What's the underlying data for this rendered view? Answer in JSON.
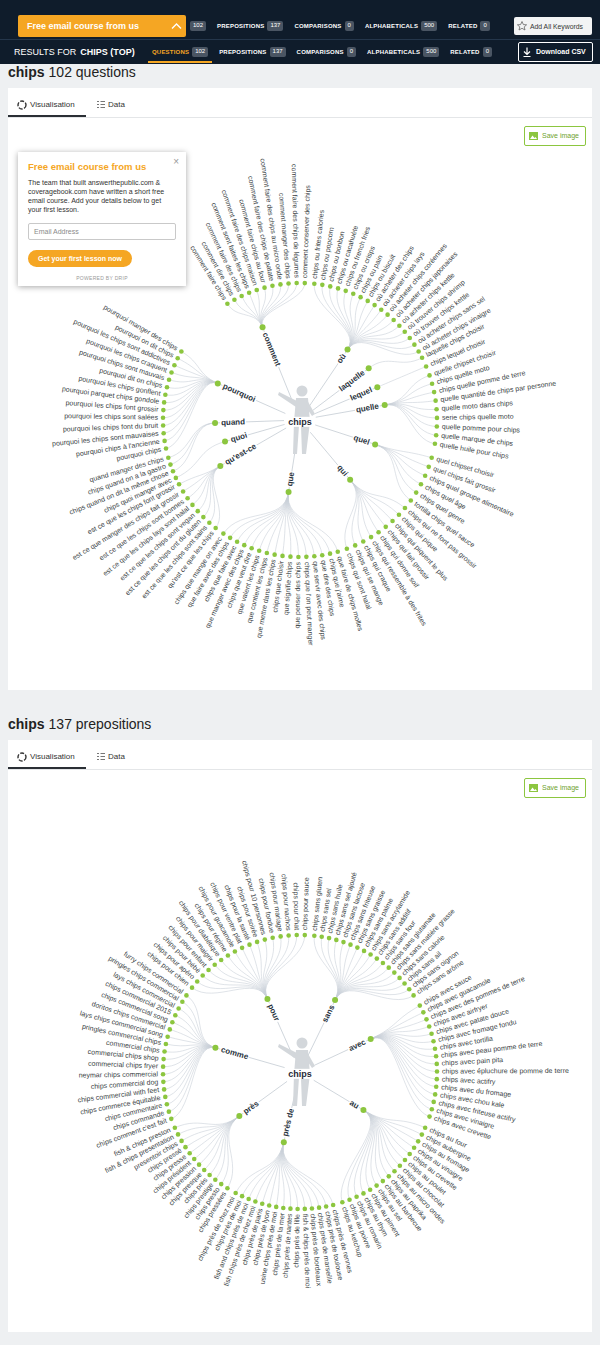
{
  "diagram": {
    "nodes": [
      {
        "text": [
          "Free email course from us"
        ]
      },
      {
        "text": [
          "102"
        ]
      },
      {
        "text": [
          "137"
        ]
      },
      {
        "text": [
          "0"
        ]
      },
      {
        "text": [
          "500"
        ]
      },
      {
        "text": [
          "0"
        ]
      },
      {
        "text": [
          "Add All Keywords"
        ]
      },
      {
        "text": [
          "102"
        ]
      },
      {
        "text": [
          "137"
        ]
      },
      {
        "text": [
          "0"
        ]
      },
      {
        "text": [
          "500"
        ]
      },
      {
        "text": [
          "0"
        ]
      },
      {
        "text": [
          "Download CSV"
        ]
      },
      {
        "text": [
          "Save image"
        ]
      },
      {
        "text": [
          "Free email course from us",
          "×",
          "The team that built answerthepublic.com & coveragebook.com have written a short free email course. Add your details below to get your first lesson.",
          "POWERED BY DRIP"
        ]
      },
      {
        "text": [
          "Email Address"
        ],
        "in": 14
      },
      {
        "text": [
          "Get your first lesson now"
        ],
        "in": 14
      },
      {
        "text": [
          "Save image"
        ]
      }
    ],
    "labels": [
      "PREPOSITIONS",
      "COMPARISONS",
      "ALPHABETICALS",
      "RELATED",
      "RESULTS FOR",
      "CHIPS (TOP)",
      "QUESTIONS",
      "PREPOSITIONS",
      "COMPARISONS",
      "ALPHABETICALS",
      "RELATED",
      "chips",
      "102 questions",
      "Visualisation",
      "Data",
      "chips",
      "comment",
      "comment faire chips",
      "comment dire chips",
      "comment faire des chips",
      "comment sont faites les chips",
      "comment faire des chips maison",
      "comment faire chips au four",
      "comment faire des chips de patate",
      "comment faire des chips au micro onde",
      "comment manger des chips",
      "comment faire des chips de légumes",
      "comment conserver des chips",
      "où",
      "chips ou frites calories",
      "chips ou popcorn",
      "chips ou bonbon",
      "chips ou cacahuète",
      "chips ou french fries",
      "chips ou crisps",
      "chips ou pain",
      "chips ou biscuit",
      "où acheter des chips",
      "où acheter chips lays",
      "où acheter chips coréennes",
      "où acheter chips japonaises",
      "où acheter chips kettle",
      "où trouver chips shrimp",
      "où trouver chips kettle",
      "où acheter chips sans sel",
      "où acheter chips vinaigre",
      "laquelle",
      "laquelle chips choisir",
      "lequel",
      "chips lequel choisir",
      "quelle",
      "quelle chipset choisir",
      "chips quelle moto",
      "chips quelle pomme de terre",
      "quelle quantité de chips par personne",
      "quelle moto dans chips",
      "serie chips quelle moto",
      "quelle pomme pour chips",
      "quelle marque de chips",
      "quelle huile pour chips",
      "quel",
      "quel chipset choisir",
      "quel chips fait grossir",
      "chips quel groupe alimentaire",
      "chips quel âge",
      "chips quel genre",
      "tortilla chips quel sauce",
      "qui",
      "chips qui ne font pas grossir",
      "chips qui pique",
      "chips qui piquent le plus",
      "chips qui fait grossir",
      "chips qui donne soif",
      "chips qui ressemble à des frites",
      "chips qui craque",
      "chips qui se mange",
      "chips qui sont halal",
      "que",
      "chips que mange on avec",
      "que faire avec des chips",
      "chips que faire avec",
      "que manger avec des chips",
      "chips que veut dire",
      "que valent les chips",
      "que contient les chips",
      "que mettre dans les chips",
      "chips que choisir",
      "que signifie chips",
      "que penser des chips",
      "chips que l'on peut manger",
      "que servir avec des chips",
      "que dire des chips",
      "chips que j'aime",
      "que faire de chips molles",
      "qu'est-ce",
      "est ce que les chips font grossir",
      "est ce que manger des chips fait grossir",
      "est ce que les chips sont bonnes",
      "est ce que les chips lays sont halal",
      "est ce que les chips sont vegan",
      "est ce que les chips ont du gluten",
      "est ce que les chips sont sains",
      "qu'est ce que les chips",
      "quoi",
      "chips quoi manger avec",
      "quand",
      "quand manger des chips",
      "chips quand on a la gastro",
      "chips quand on dit la même chose",
      "pourquoi",
      "pourquoi manger des chips",
      "pourquoi on dit chips",
      "pourquoi les chips sont addictives",
      "pourquoi les chips craquent",
      "pourquoi chips sont mauvais",
      "pourquoi dit on chips",
      "pourquoi les chips gonflent",
      "pourquoi parquet chips gondole",
      "pourquoi les chips font grossir",
      "pourquoi les chips sont salées",
      "pourquoi les chips font du bruit",
      "pourquoi les chips sont mauvaises",
      "pourquoi chips à l'ancienne",
      "pourquoi chips",
      "chips",
      "137 prepositions",
      "Visualisation",
      "Data",
      "chips",
      "pour",
      "chips pour chien",
      "chips pour apéro",
      "chips pour bébé",
      "chips pour enfant",
      "chips pour maigrir",
      "chips pour diabétique",
      "chips pour régime",
      "chips pour guacamole",
      "chips pour ventre plat",
      "chips pour la santé",
      "chips pour soirée",
      "chips pour 10 personnes",
      "chips pour fondue",
      "chips pour mariage",
      "chips pour nachos",
      "chips pour chat",
      "chips pour sauce",
      "sans",
      "chips sans gluten",
      "chips sans sel",
      "chips sans huile",
      "chips sans sel ajouté",
      "chips sans lactose",
      "chips sans friteuse",
      "chips sans graisse",
      "chips sans palme",
      "chips sans acrylamide",
      "chips sans additif",
      "chips sans four",
      "chips sans glutamate",
      "chips sans matière grasse",
      "chips sans calorie",
      "chips sans ail",
      "chips sans oignon",
      "chips sans arôme",
      "avec",
      "chips avec sauce",
      "chips avec guacamole",
      "chips avec des pommes de terre",
      "chips avec airfryer",
      "chips avec patate douce",
      "chips avec fromage fondu",
      "chips avec tortilla",
      "chips avec peau pomme de terre",
      "chips avec pain pita",
      "chips avec épluchure de pomme de terre",
      "chips avec actifry",
      "chips avec du fromage",
      "chips avec chou kale",
      "chips avec friteuse actifry",
      "chips avec vinaigre",
      "chips avec crevette",
      "au",
      "chips au four",
      "chips aubergine",
      "chips au fromage",
      "chips au vinaigre",
      "chips au crevette",
      "chips au poulet",
      "chips au chocolat",
      "chips au micro ondes",
      "chips au paprika",
      "chips au barbecue",
      "chips au sel",
      "chips au piment",
      "chips au thym",
      "chips au romarin",
      "chips au poivre",
      "chips au ketchup",
      "près de",
      "chips près de chez moi",
      "chips près de moi",
      "fish and chips près de moi",
      "fish chips près de chez moi",
      "chips près de paris",
      "chips près de lyon",
      "usine chips près de moi",
      "chips près de la mer",
      "chips près de nantes",
      "chips près de lille",
      "fish & chips près de moi",
      "chips près de bordeaux",
      "chips près de marseille",
      "chips près de toulouse",
      "chips près de rennes",
      "près",
      "fish & chips preston",
      "fish & chips presentation",
      "presentoir chips",
      "chips pressé",
      "chips presse",
      "chips président",
      "chips pression",
      "chips presque",
      "chips près",
      "chips prestige",
      "chips presto",
      "chips pressées",
      "comme",
      "furry chips commercial",
      "pringles chips commercial",
      "lays chips commercial",
      "chips commercial 2015",
      "chips commercial song",
      "doritos chips commercial",
      "lays chips commercial song",
      "pringles commercial chips",
      "commercial chips",
      "commercial chips shop",
      "commercial chips fryer",
      "neymar chips commercial",
      "chips commercial dog",
      "chips commercial with feet",
      "chips commerce équitable",
      "chips commentaire",
      "chips commande",
      "chips comment c'est fait"
    ]
  }
}
